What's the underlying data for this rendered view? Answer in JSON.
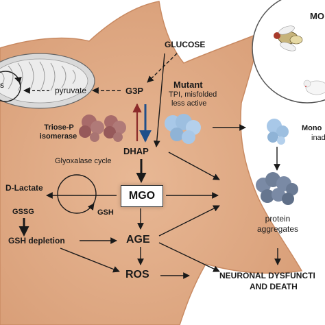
{
  "labels": {
    "glucose": "GLUCOSE",
    "pyruvate": "pyruvate",
    "g3p": "G3P",
    "mutant": "Mutant",
    "mutant_desc_1": "TPI, misfolded",
    "mutant_desc_2": "less active",
    "triose_1": "Triose-P",
    "triose_2": "isomerase",
    "dhap": "DHAP",
    "glyoxalase": "Glyoxalase cycle",
    "dlactate": "D-Lactate",
    "gssg": "GSSG",
    "gsh": "GSH",
    "mgo": "MGO",
    "gsh_depletion": "GSH depletion",
    "age": "AGE",
    "ros": "ROS",
    "protein_1": "protein",
    "protein_2": "aggregates",
    "neuronal_1": "NEURONAL DYSFUNCTI",
    "neuronal_2": "AND DEATH",
    "mo_partial": "MO",
    "mono_partial": "Mono",
    "inad_partial": "inad",
    "s_partial": "s"
  },
  "colors": {
    "cell_fill": "#e2ad8a",
    "cell_edge": "#c98a62",
    "arrow_red": "#8b2a2a",
    "arrow_blue": "#1f4f8a",
    "protein_wt": "#b07a78",
    "protein_mutant": "#9dbfe0",
    "protein_aggregate": "#6f7f98"
  },
  "icons": [
    "mitochondrion-icon",
    "fly-icon",
    "mouse-icon",
    "tpi-wildtype-protein-icon",
    "tpi-mutant-protein-icon",
    "aggregate-protein-icon"
  ]
}
